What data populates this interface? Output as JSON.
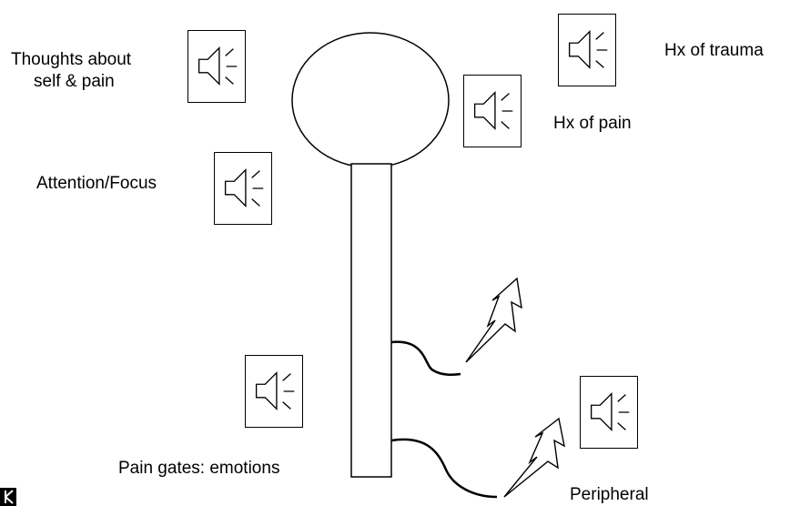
{
  "labels": {
    "thoughts_line1": "Thoughts about",
    "thoughts_line2": "self & pain",
    "attention": "Attention/Focus",
    "hx_trauma": "Hx of trauma",
    "hx_pain": "Hx of pain",
    "pain_gates": "Pain gates: emotions",
    "peripheral": "Peripheral"
  },
  "icons": {
    "speaker": "speaker-icon",
    "lightning": "lightning-bolt-icon"
  },
  "colors": {
    "stroke": "#000000",
    "background": "#ffffff"
  }
}
